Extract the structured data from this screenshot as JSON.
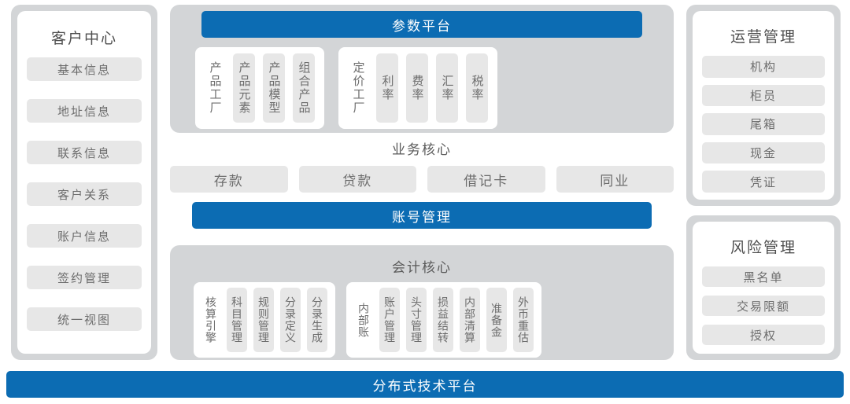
{
  "left_panel": {
    "title": "客户中心",
    "items": [
      {
        "label": "基本信息"
      },
      {
        "label": "地址信息"
      },
      {
        "label": "联系信息"
      },
      {
        "label": "客户关系"
      },
      {
        "label": "账户信息"
      },
      {
        "label": "签约管理"
      },
      {
        "label": "统一视图"
      }
    ]
  },
  "param_platform": {
    "title": "参数平台",
    "groups": [
      {
        "lead": "产品工厂",
        "items": [
          {
            "label": "产品元素"
          },
          {
            "label": "产品模型"
          },
          {
            "label": "组合产品"
          }
        ]
      },
      {
        "lead": "定价工厂",
        "items": [
          {
            "label": "利率"
          },
          {
            "label": "费率"
          },
          {
            "label": "汇率"
          },
          {
            "label": "税率"
          }
        ]
      }
    ]
  },
  "business_core": {
    "title": "业务核心",
    "items": [
      {
        "label": "存款"
      },
      {
        "label": "贷款"
      },
      {
        "label": "借记卡"
      },
      {
        "label": "同业"
      }
    ],
    "account_bar": "账号管理"
  },
  "accounting_core": {
    "title": "会计核心",
    "groups": [
      {
        "lead": "核算引擎",
        "items": [
          {
            "label": "科目管理"
          },
          {
            "label": "规则管理"
          },
          {
            "label": "分录定义"
          },
          {
            "label": "分录生成"
          }
        ]
      },
      {
        "lead": "内部账",
        "items": [
          {
            "label": "账户管理"
          },
          {
            "label": "头寸管理"
          },
          {
            "label": "损益结转"
          },
          {
            "label": "内部清算"
          },
          {
            "label": "准备金"
          },
          {
            "label": "外币重估"
          }
        ]
      }
    ]
  },
  "ops_panel": {
    "title": "运营管理",
    "items": [
      {
        "label": "机构"
      },
      {
        "label": "柜员"
      },
      {
        "label": "尾箱"
      },
      {
        "label": "现金"
      },
      {
        "label": "凭证"
      }
    ]
  },
  "risk_panel": {
    "title": "风险管理",
    "items": [
      {
        "label": "黑名单"
      },
      {
        "label": "交易限额"
      },
      {
        "label": "授权"
      }
    ]
  },
  "footer": {
    "label": "分布式技术平台"
  },
  "colors": {
    "accent_blue": "#0c6cb3",
    "frame_gray": "#d3d5d7",
    "chip_gray": "#e7e7e7",
    "text_gray": "#6d6d6d",
    "title_gray": "#4f4f4f"
  }
}
